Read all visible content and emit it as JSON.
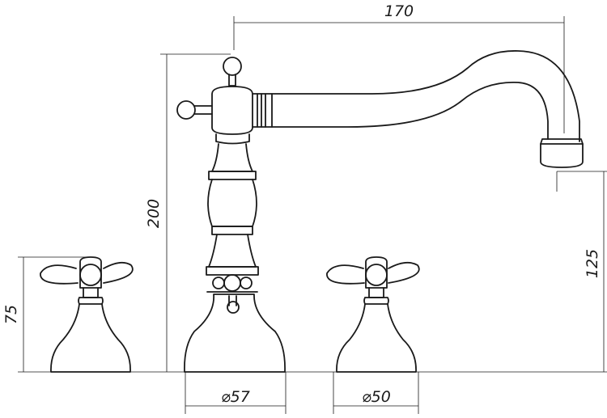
{
  "dimensions": {
    "top_width": "170",
    "total_height": "200",
    "spout_height": "125",
    "handle_height": "75",
    "base_diameter_mixer": "⌀57",
    "base_diameter_valve": "⌀50"
  },
  "colors": {
    "line": "#1a1a1a",
    "background": "#ffffff"
  }
}
